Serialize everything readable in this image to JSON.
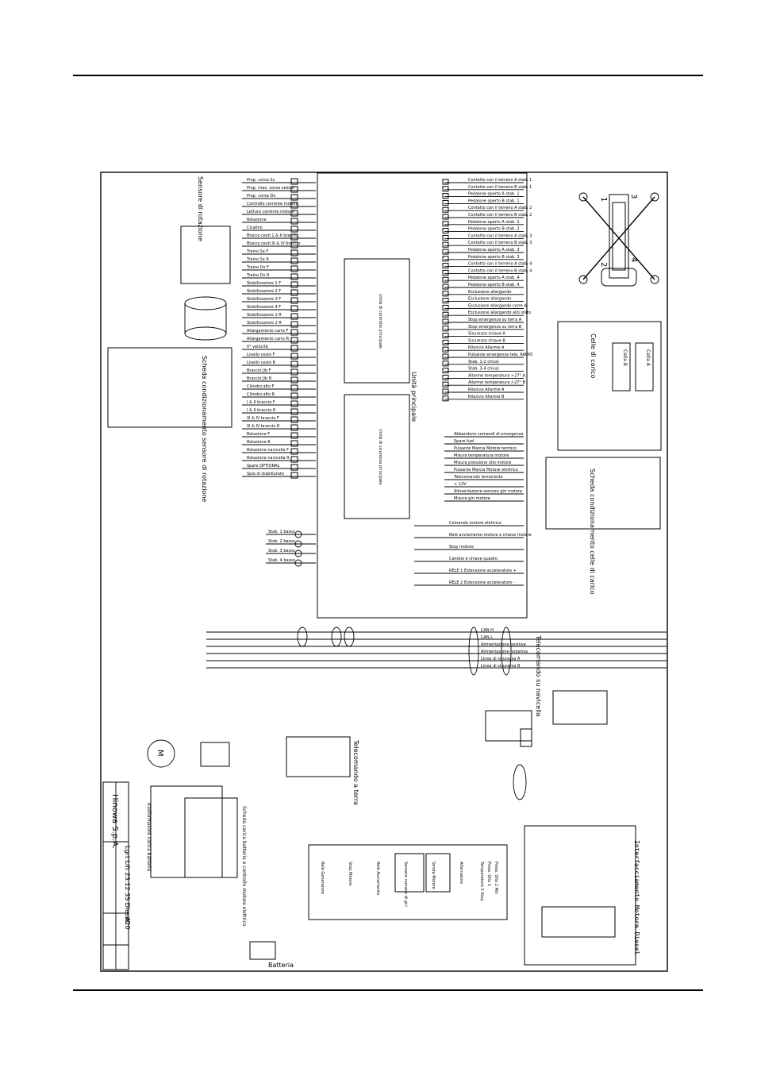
{
  "diagram": {
    "company": "Hinowa S.p.A.",
    "model": "Lgrt Lift 23.12 3S Diesel",
    "sheet": "A20",
    "main_unit": "Unità principale",
    "main_board_a": "Unità di controllo principale",
    "main_board_b": "Unità di sicurezza principale",
    "rotation_sensor": "Sensore di rotazione",
    "rotation_board": "Scheda condizionamento sensore di rotazione",
    "load_board": "Scheda condizionamento celle di carico",
    "load_cells": "Celle di carico",
    "cell_a": "Cella A",
    "cell_b": "Cella B",
    "remote_radio": "Telecomando su navicella",
    "remote_ground": "Telecomando a terra",
    "battery": "Batteria",
    "charger_board": "Scheda carica batteria e controllo motore elettrico",
    "transformer": "Trasformatore carica batteria",
    "motor_symbol": "M",
    "motor_interlock": "Interfacciamento Motore Diesel",
    "outrigger_numbers": [
      "1",
      "2",
      "3",
      "4"
    ],
    "left_outputs": [
      "Prop. corsa Sx",
      "Prop. max. corsa veloce",
      "Prop. corsa Dx",
      "Controllo corrente motore",
      "Lettura corrente motore",
      "Rotazione",
      "Cicalino",
      "Blocco cesti 1 & II braccio",
      "Blocco cesti III & IV braccio",
      "Traino Sx F",
      "Traino Sx R",
      "Traino Dx F",
      "Traino Dx R",
      "Stabilizzatore 1 F",
      "Stabilizzatore 2 F",
      "Stabilizzatore 3 F",
      "Stabilizzatore 4 F",
      "Stabilizzatore 1 R",
      "Stabilizzatore 2 R",
      "Allargamento carro F",
      "Allargamento carro R",
      "II° velocità",
      "Livello cesto F",
      "Livello cesto R",
      "Braccio Jib F",
      "Braccio Jib R",
      "Cilindro alto F",
      "Cilindro alto R",
      "I & II braccio F",
      "I & II braccio R",
      "III & IV braccio F",
      "III & IV braccio R",
      "Rotazione F",
      "Rotazione R",
      "Rotazione navicella F",
      "Rotazione navicella R",
      "Spare OPTIONAL",
      "Spia di stabilizzato"
    ],
    "lamps": [
      "Stab. 1 basso",
      "Stab. 2 basso",
      "Stab. 3 basso",
      "Stab. 4 basso"
    ],
    "right_inputs": [
      "Contatto con il terreno A stab. 1",
      "Contatto con il terreno B stab. 1",
      "Pedalone aperto A stab. 1",
      "Pedalone aperto B stab. 1",
      "Contatto con il terreno A stab. 2",
      "Contatto con il terreno B stab. 2",
      "Pedalone aperto A stab. 2",
      "Pedalone aperto B stab. 2",
      "Contatto con il terreno A stab. 3",
      "Contatto con il terreno B stab. 3",
      "Pedalone aperto A stab. 3",
      "Pedalone aperto B stab. 3",
      "Contatto con il terreno A stab. 4",
      "Contatto con il terreno B stab. 4",
      "Pedalone aperto A stab. 4",
      "Pedalone aperto B stab. 4",
      "Esclusione allargando",
      "Esclusione allargando",
      "Esclusione allargando corre A",
      "Esclusione allargando allo stato",
      "Stop emergenza su terra A",
      "Stop emergenza su terra B",
      "Sicurezza chiave A",
      "Sicurezza chiave B",
      "Rilancio Allarme A",
      "Pulsante emergenza tele. RADIO",
      "Stab. 1-2 chiusi",
      "Stab. 3-4 chiusi",
      "Allarme temperatura >27° A",
      "Allarme temperatura >27° B",
      "Rilancio Allarme A",
      "Rilancio Allarme B"
    ],
    "right_inputs_c": [
      "Abbandono comandi di emergenza",
      "Spare fuel",
      "Pulsante Marcia Motore termico",
      "Misura temperatura motore",
      "Misura pressione olio motore",
      "Pulsante Marcia Motore elettrico",
      "Telecomando terra/cesto",
      "+ 12V",
      "Alimentazione sensore giri motore",
      "Misura giri motore"
    ],
    "relays": [
      "Comando motore elettrico",
      "Relè avviamento motore e chiave motore",
      "Stop motore",
      "Cambio e chiave quadro",
      "RELE 1 Estensione acceleratore +",
      "RELE 2 Estensione acceleratore -"
    ],
    "bus": [
      "CAN H",
      "CAN L",
      "Alimentazione positiva",
      "Alimentazione negativa",
      "Linea di sicurezza A",
      "Linea di sicurezza B"
    ],
    "bottom_relays": [
      "Relè Generatore",
      "Stop Motore",
      "Relè Avviamento",
      "Sensore numero di giri",
      "Sonda Motore",
      "Alternatore"
    ],
    "bottom_sensors": [
      "Temperatura 3 Stop",
      "Press. Olio 1",
      "Press. Olio 2 Min"
    ],
    "colors": {
      "ink": "#000000",
      "paper": "#ffffff"
    }
  }
}
